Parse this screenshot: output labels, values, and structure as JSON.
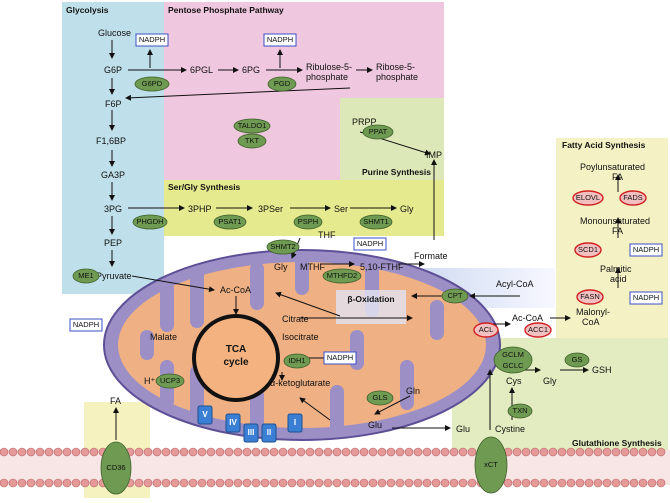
{
  "regions": {
    "glycolysis": "Glycolysis",
    "ppp": "Pentose Phosphate Pathway",
    "purine": "Purine Synthesis",
    "sergly": "Ser/Gly Synthesis",
    "fas": "Fatty Acid Synthesis",
    "gsh": "Glutathione Synthesis"
  },
  "metabolites": {
    "glucose": "Glucose",
    "g6p": "G6P",
    "f6p": "F6P",
    "f16bp": "F1,6BP",
    "ga3p": "GA3P",
    "pg3": "3PG",
    "pep": "PEP",
    "pyruvate": "Pyruvate",
    "pgl6": "6PGL",
    "pg6": "6PG",
    "ru5p_a": "Ribulose-5-",
    "ru5p_b": "phosphate",
    "r5p_a": "Ribose-5-",
    "r5p_b": "phosphate",
    "prpp": "PRPP",
    "imp": "IMP",
    "php3": "3PHP",
    "pser3": "3PSer",
    "ser": "Ser",
    "gly": "Gly",
    "thf": "THF",
    "mthf": "MTHF",
    "fthf": "5,10-FTHF",
    "formate": "Formate",
    "gly2": "Gly",
    "acyl": "Ac-CoA",
    "malate": "Malate",
    "citrate": "Citrate",
    "isocitrate": "Isocitrate",
    "akg": "α-ketoglutarate",
    "glu": "Glu",
    "gln": "Gln",
    "acylcoa": "Acyl-CoA",
    "accoa2": "Ac-CoA",
    "malonyl_a": "Malonyl-",
    "malonyl_b": "CoA",
    "palm_a": "Palmitic",
    "palm_b": "acid",
    "poly_a": "Poylunsaturated",
    "poly_b": "FA",
    "mono_a": "Monounsaturated",
    "mono_b": "FA",
    "glu2": "Glu",
    "cys": "Cys",
    "gly3": "Gly",
    "gsh": "GSH",
    "cystine": "Cystine",
    "fa": "FA",
    "hplus": "H⁺"
  },
  "tca": {
    "line1": "TCA",
    "line2": "cycle"
  },
  "betaox": "β-Oxidation",
  "enzymes": {
    "g6pd": "G6PD",
    "pgd": "PGD",
    "taldo1": "TALDO1",
    "tkt": "TKT",
    "ppat": "PPAT",
    "phgdh": "PHGDH",
    "psat1": "PSAT1",
    "psph": "PSPH",
    "shmt1": "SHMT1",
    "shmt2": "SHMT2",
    "mthfd2": "MTHFD2",
    "me1": "ME1",
    "cpt": "CPT",
    "idh1": "IDH1",
    "gls": "GLS",
    "ucp3": "UCP3",
    "gclm": "GCLM",
    "gclc": "GCLC",
    "gs": "GS",
    "txn": "TXN",
    "cd36": "CD36",
    "xct": "xCT",
    "elovl": "ELOVL",
    "fads": "FADS",
    "scd1": "SCD1",
    "fasn": "FASN",
    "acl": "ACL",
    "acc1": "ACC1"
  },
  "nadph": "NADPH",
  "complexes": [
    "V",
    "IV",
    "III",
    "II",
    "I"
  ],
  "colors": {
    "glycolysis_bg": "#bfe0ea",
    "ppp_bg": "#efc7de",
    "purine_bg": "#dde8b8",
    "sergly_bg": "#e6ea8e",
    "fas_bg": "#f4f1c4",
    "gsh_bg": "#e3ecc0",
    "mito": "#9b8fc6",
    "cristae": "#f3b27f",
    "enzyme_green": "#6f9a52",
    "enzyme_red": "#d02020",
    "membrane": "#e0a0a0"
  }
}
